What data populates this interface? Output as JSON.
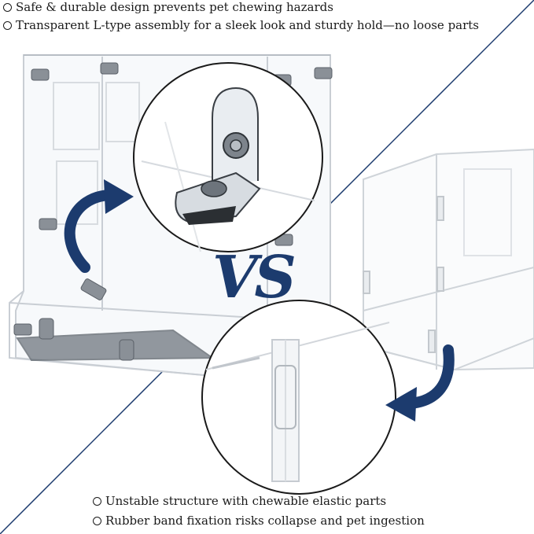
{
  "top_features": [
    "Safe & durable design prevents pet chewing hazards",
    "Transparent L-type assembly for a sleek look and sturdy hold—no loose parts"
  ],
  "comparison_label": "VS",
  "bottom_features": [
    "Unstable structure with chewable elastic parts",
    "Rubber band fixation risks collapse and pet ingestion"
  ],
  "colors": {
    "accent_navy": "#1c3b6e",
    "text": "#1a1a1a",
    "acrylic_edge": "#c9ced4"
  }
}
